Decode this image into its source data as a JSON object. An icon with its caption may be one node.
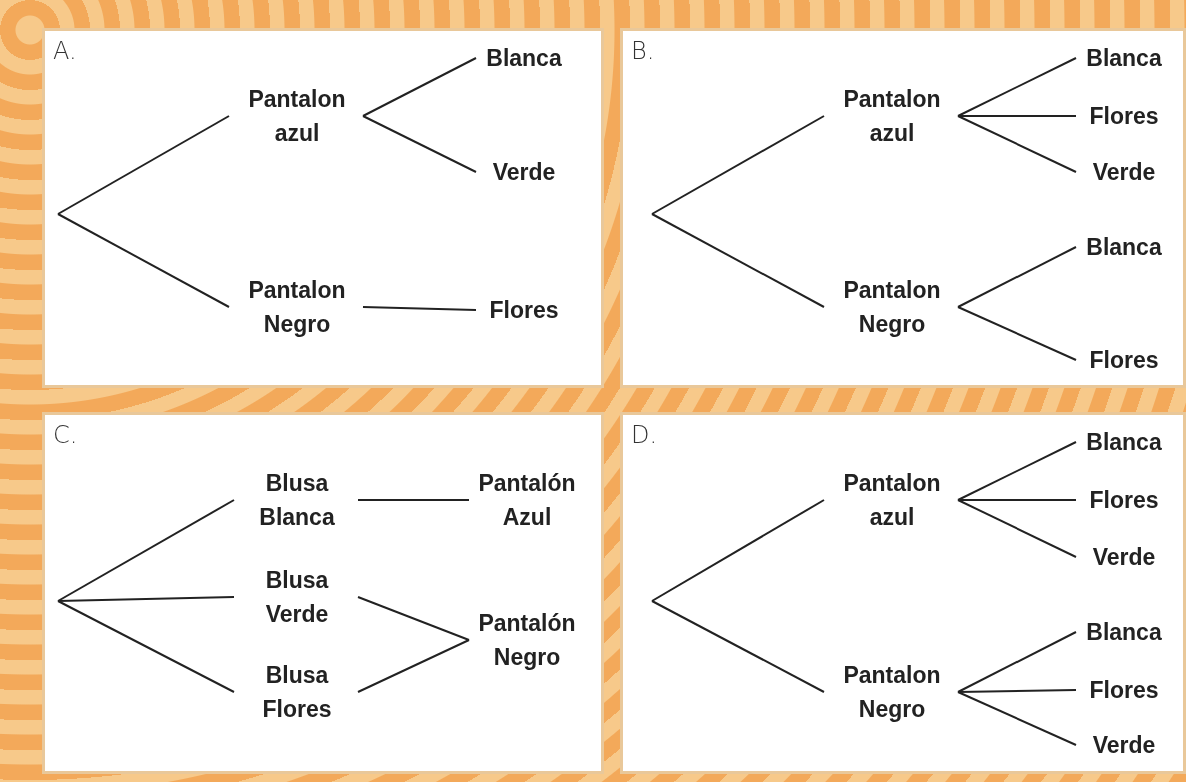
{
  "diagram": {
    "nodes": [
      {
        "text": [
          "A."
        ]
      },
      {
        "text": [
          "Pantalon azul"
        ],
        "in": 0
      },
      {
        "text": [
          "Pantalon Negro"
        ],
        "in": 0
      },
      {
        "text": [
          "Blanca"
        ],
        "in": 0
      },
      {
        "text": [
          "Verde"
        ],
        "in": 0
      },
      {
        "text": [
          "Flores"
        ],
        "in": 0
      },
      {
        "text": [
          "B."
        ]
      },
      {
        "text": [
          "Pantalon azul"
        ],
        "in": 6
      },
      {
        "text": [
          "Pantalon Negro"
        ],
        "in": 6
      },
      {
        "text": [
          "Blanca"
        ],
        "in": 6
      },
      {
        "text": [
          "Flores"
        ],
        "in": 6
      },
      {
        "text": [
          "Verde"
        ],
        "in": 6
      },
      {
        "text": [
          "Blanca"
        ],
        "in": 6
      },
      {
        "text": [
          "Flores"
        ],
        "in": 6
      },
      {
        "text": [
          "C."
        ]
      },
      {
        "text": [
          "Blusa Blanca"
        ],
        "in": 14
      },
      {
        "text": [
          "Blusa Verde"
        ],
        "in": 14
      },
      {
        "text": [
          "Blusa Flores"
        ],
        "in": 14
      },
      {
        "text": [
          "Pantalón Azul"
        ],
        "in": 14
      },
      {
        "text": [
          "Pantalón Negro"
        ],
        "in": 14
      },
      {
        "text": [
          "D."
        ]
      },
      {
        "text": [
          "Pantalon azul"
        ],
        "in": 20
      },
      {
        "text": [
          "Pantalon Negro"
        ],
        "in": 20
      },
      {
        "text": [
          "Blanca"
        ],
        "in": 20
      },
      {
        "text": [
          "Flores"
        ],
        "in": 20
      },
      {
        "text": [
          "Verde"
        ],
        "in": 20
      },
      {
        "text": [
          "Blanca"
        ],
        "in": 20
      },
      {
        "text": [
          "Flores"
        ],
        "in": 20
      },
      {
        "text": [
          "Verde"
        ],
        "in": 20
      }
    ],
    "edges": [
      {
        "from": null,
        "to": 1,
        "arrow": "none"
      },
      {
        "from": null,
        "to": 2,
        "arrow": "none"
      },
      {
        "from": 1,
        "to": 3,
        "arrow": "none"
      },
      {
        "from": 1,
        "to": 4,
        "arrow": "none"
      },
      {
        "from": 2,
        "to": 5,
        "arrow": "none"
      },
      {
        "from": null,
        "to": 7,
        "arrow": "none"
      },
      {
        "from": null,
        "to": 8,
        "arrow": "none"
      },
      {
        "from": 7,
        "to": 9,
        "arrow": "none"
      },
      {
        "from": 7,
        "to": 10,
        "arrow": "none"
      },
      {
        "from": 7,
        "to": 11,
        "arrow": "none"
      },
      {
        "from": 8,
        "to": 12,
        "arrow": "none"
      },
      {
        "from": 8,
        "to": 13,
        "arrow": "none"
      },
      {
        "from": null,
        "to": 15,
        "arrow": "none"
      },
      {
        "from": null,
        "to": 16,
        "arrow": "none"
      },
      {
        "from": null,
        "to": 17,
        "arrow": "none"
      },
      {
        "from": 15,
        "to": 18,
        "arrow": "none"
      },
      {
        "from": 16,
        "to": 19,
        "arrow": "none"
      },
      {
        "from": 17,
        "to": 19,
        "arrow": "none"
      },
      {
        "from": null,
        "to": 21,
        "arrow": "none"
      },
      {
        "from": null,
        "to": 22,
        "arrow": "none"
      },
      {
        "from": 21,
        "to": 23,
        "arrow": "none"
      },
      {
        "from": 21,
        "to": 24,
        "arrow": "none"
      },
      {
        "from": 21,
        "to": 25,
        "arrow": "none"
      },
      {
        "from": 22,
        "to": 26,
        "arrow": "none"
      },
      {
        "from": 22,
        "to": 27,
        "arrow": "none"
      },
      {
        "from": 22,
        "to": 28,
        "arrow": "none"
      }
    ]
  }
}
